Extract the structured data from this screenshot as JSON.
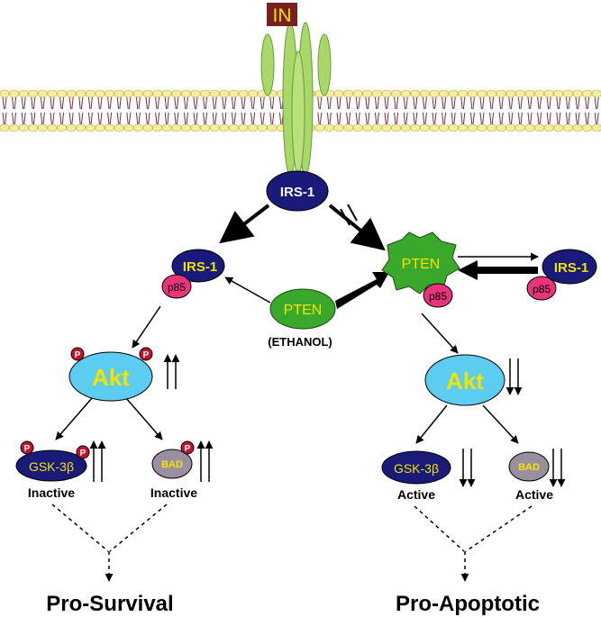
{
  "receptor": {
    "label": "IN"
  },
  "nodes": {
    "irs1_top": "IRS-1",
    "irs1_left": "IRS-1",
    "p85_left": "p85",
    "pten_center": "PTEN",
    "ethanol": "(ETHANOL)",
    "pten_right": "PTEN",
    "p85_pten": "p85",
    "irs1_right": "IRS-1",
    "p85_right": "p85",
    "akt_left": "Akt",
    "akt_right": "Akt",
    "gsk_left": "GSK-3β",
    "bad_left": "BAD",
    "gsk_right": "GSK-3β",
    "bad_right": "BAD",
    "phospho": "P"
  },
  "states": {
    "gsk_left": "Inactive",
    "bad_left": "Inactive",
    "gsk_right": "Active",
    "bad_right": "Active"
  },
  "outcomes": {
    "left": "Pro-Survival",
    "right": "Pro-Apoptotic"
  },
  "colors": {
    "receptor_box": "#7a1f1f",
    "receptor_text": "#f2e400",
    "membrane_head": "#f3eea0",
    "membrane_tail": "#7a2a4a",
    "receptor_green": "#a9d86a",
    "irs1": "#1a1a7a",
    "p85": "#e8347a",
    "pten": "#3aa82a",
    "akt": "#5ccdf0",
    "akt_text": "#f2e400",
    "gsk": "#1a1a7a",
    "bad": "#9a8fa0",
    "phospho": "#c8102e"
  }
}
